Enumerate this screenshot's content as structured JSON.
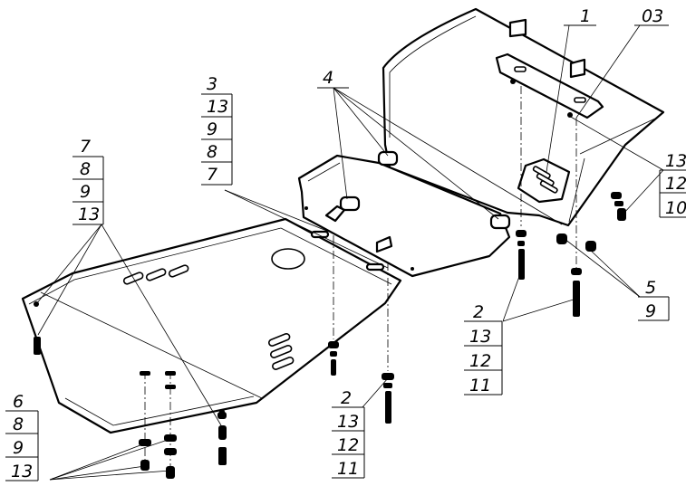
{
  "callouts": {
    "c1": [
      "1"
    ],
    "c03": [
      "03"
    ],
    "c4": [
      "4"
    ],
    "c3": [
      "3",
      "13",
      "9",
      "8",
      "7"
    ],
    "c7": [
      "7",
      "8",
      "9",
      "13"
    ],
    "c13r": [
      "13",
      "12",
      "10"
    ],
    "c5": [
      "5",
      "9"
    ],
    "c2a": [
      "2",
      "13",
      "12",
      "11"
    ],
    "c2b": [
      "2",
      "13",
      "12",
      "11"
    ],
    "c6": [
      "6",
      "8",
      "9",
      "13"
    ]
  }
}
